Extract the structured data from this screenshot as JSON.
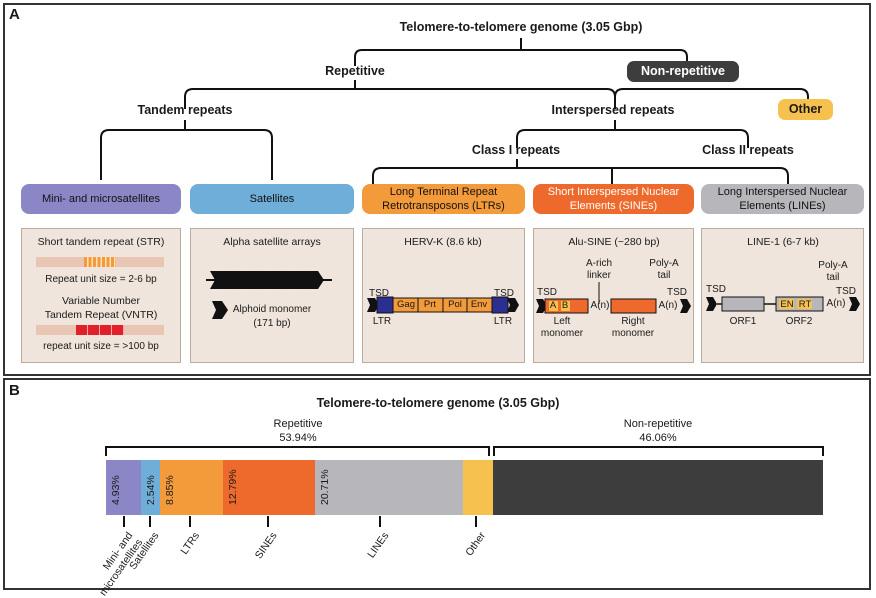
{
  "panel_a": {
    "label": "A",
    "root": "Telomere-to-telomere genome (3.05 Gbp)",
    "repetitive": "Repetitive",
    "non_repetitive": "Non-repetitive",
    "tandem": "Tandem repeats",
    "interspersed": "Interspersed repeats",
    "other": "Other",
    "class1": "Class I repeats",
    "class2": "Class II repeats",
    "categories": {
      "mini": "Mini- and microsatellites",
      "sat": "Satellites",
      "ltr_l1": "Long Terminal Repeat",
      "ltr_l2": "Retrotransposons (LTRs)",
      "sine_l1": "Short Interspersed Nuclear",
      "sine_l2": "Elements (SINEs)",
      "line_l1": "Long Interspersed Nuclear",
      "line_l2": "Elements (LINEs)"
    },
    "box1": {
      "str": "Short tandem repeat (STR)",
      "str_unit": "Repeat unit size = 2-6 bp",
      "vntr_l1": "Variable Number",
      "vntr_l2": "Tandem Repeat (VNTR)",
      "vntr_unit": "repeat unit size = >100 bp"
    },
    "box2": {
      "title": "Alpha satellite arrays",
      "mono_l1": "Alphoid monomer",
      "mono_l2": "(171 bp)"
    },
    "box3": {
      "title": "HERV-K (8.6 kb)",
      "tsd": "TSD",
      "ltr": "LTR",
      "genes": [
        "Gag",
        "Prt",
        "Pol",
        "Env"
      ]
    },
    "box4": {
      "title": "Alu-SINE (~280 bp)",
      "linker_l1": "A-rich",
      "linker_l2": "linker",
      "polya_l1": "Poly-A",
      "polya_l2": "tail",
      "tsd": "TSD",
      "a": "A",
      "b": "B",
      "an": "A(n)",
      "left_l1": "Left",
      "left_l2": "monomer",
      "right_l1": "Right",
      "right_l2": "monomer"
    },
    "box5": {
      "title": "LINE-1 (6-7 kb)",
      "polya_l1": "Poly-A",
      "polya_l2": "tail",
      "tsd": "TSD",
      "en": "EN",
      "rt": "RT",
      "an": "A(n)",
      "orf1": "ORF1",
      "orf2": "ORF2"
    }
  },
  "panel_b": {
    "label": "B",
    "title": "Telomere-to-telomere genome (3.05 Gbp)",
    "repetitive": "Repetitive",
    "repetitive_pct": "53.94%",
    "non_repetitive": "Non-repetitive",
    "non_repetitive_pct": "46.06%"
  },
  "colors": {
    "mini": "#8b87c6",
    "sat": "#6eaed8",
    "ltr": "#f39a3b",
    "sine": "#ee6a2c",
    "line": "#b7b7bb",
    "other": "#f7c150",
    "nonrep": "#3d3d3d",
    "te_blue": "#2b2f8f"
  },
  "chart_data": {
    "type": "bar",
    "orientation": "horizontal-stacked",
    "title": "Telomere-to-telomere genome (3.05 Gbp)",
    "units": "% of genome",
    "series": [
      {
        "name": "Mini- and microsatellites",
        "value": 4.93,
        "label": "4.93%",
        "color": "#8b87c6"
      },
      {
        "name": "Satellites",
        "value": 2.54,
        "label": "2.54%",
        "color": "#6eaed8"
      },
      {
        "name": "LTRs",
        "value": 8.85,
        "label": "8.85%",
        "color": "#f39a3b"
      },
      {
        "name": "SINEs",
        "value": 12.79,
        "label": "12.79%",
        "color": "#ee6a2c"
      },
      {
        "name": "LINEs",
        "value": 20.71,
        "label": "20.71%",
        "color": "#b7b7bb"
      },
      {
        "name": "Other",
        "value": 4.12,
        "label": "",
        "color": "#f7c150"
      },
      {
        "name": "Non-repetitive",
        "value": 46.06,
        "label": "",
        "color": "#3d3d3d"
      }
    ],
    "groups": [
      {
        "name": "Repetitive",
        "value": 53.94
      },
      {
        "name": "Non-repetitive",
        "value": 46.06
      }
    ]
  }
}
